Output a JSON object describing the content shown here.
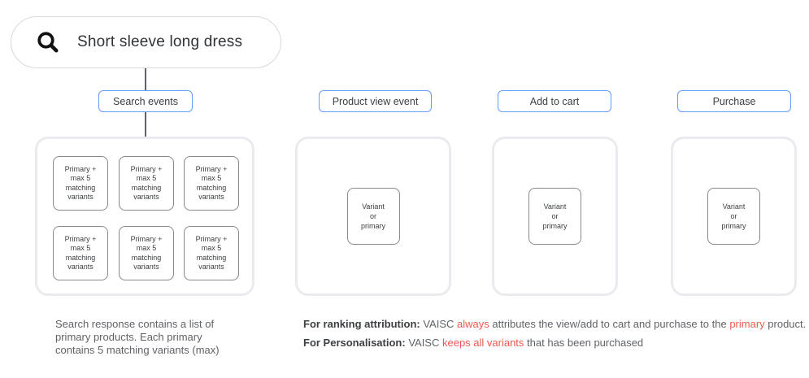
{
  "search_bar": {
    "query": "Short sleeve long dress",
    "icon": "magnifier"
  },
  "columns": [
    {
      "id": "search-events",
      "button": "Search events",
      "boxes": [
        "Primary +\nmax 5\nmatching\nvariants",
        "Primary +\nmax 5\nmatching\nvariants",
        "Primary +\nmax 5\nmatching\nvariants",
        "Primary +\nmax 5\nmatching\nvariants",
        "Primary +\nmax 5\nmatching\nvariants",
        "Primary +\nmax 5\nmatching\nvariants"
      ]
    },
    {
      "id": "product-view",
      "button": "Product view event",
      "box": "Variant\nor\nprimary"
    },
    {
      "id": "add-to-cart",
      "button": "Add to cart",
      "box": "Variant\nor\nprimary"
    },
    {
      "id": "purchase",
      "button": "Purchase",
      "box": "Variant\nor\nprimary"
    }
  ],
  "annotations": {
    "search_note": "Search response contains a list of\nprimary products. Each primary\ncontains 5 matching variants (max)",
    "ranking": {
      "segments": [
        {
          "text": "For ranking attribution: ",
          "style": "bold"
        },
        {
          "text": "VAISC ",
          "style": "normal"
        },
        {
          "text": "always",
          "style": "red"
        },
        {
          "text": " attributes the view/add to cart and purchase to the ",
          "style": "normal"
        },
        {
          "text": "primary",
          "style": "red"
        },
        {
          "text": " product.",
          "style": "normal"
        }
      ]
    },
    "personalisation": {
      "segments": [
        {
          "text": "For Personalisation: ",
          "style": "bold"
        },
        {
          "text": "VAISC ",
          "style": "normal"
        },
        {
          "text": "keeps all variants",
          "style": "red"
        },
        {
          "text": " that has been purchased",
          "style": "normal"
        }
      ]
    }
  },
  "colors": {
    "accent_blue_border": "#669df6",
    "panel_border_gray": "#e9ebee",
    "box_border_gray": "#85888c",
    "text_dark": "#3c4043",
    "text_gray": "#5f6368",
    "highlight_red": "#ee5a4f"
  }
}
